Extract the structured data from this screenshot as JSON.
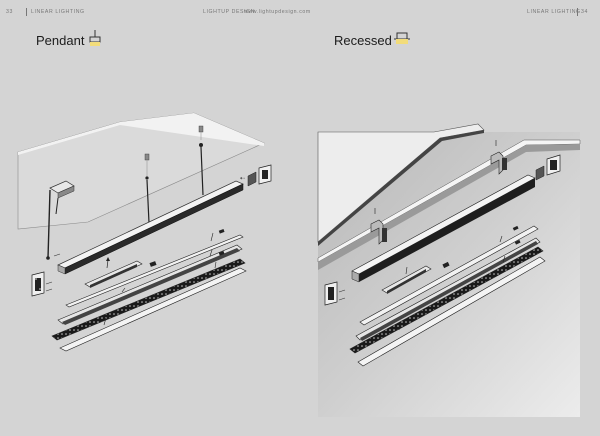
{
  "header": {
    "left_page_number": "33",
    "left_section": "LINEAR LIGHTING",
    "center_brand": "LIGHTUP DESIGN",
    "center_website": "www.lightupdesign.com",
    "right_section": "LINEAR LIGHTING",
    "right_page_number": "34"
  },
  "pendant": {
    "title": "Pendant",
    "icon": "pendant-lamp-icon"
  },
  "recessed": {
    "title": "Recessed",
    "icon": "recessed-lamp-icon"
  },
  "colors": {
    "background": "#d4d4d4",
    "panel_gray": "#cdcdcd",
    "accent_yellow": "#f2dc7a"
  }
}
